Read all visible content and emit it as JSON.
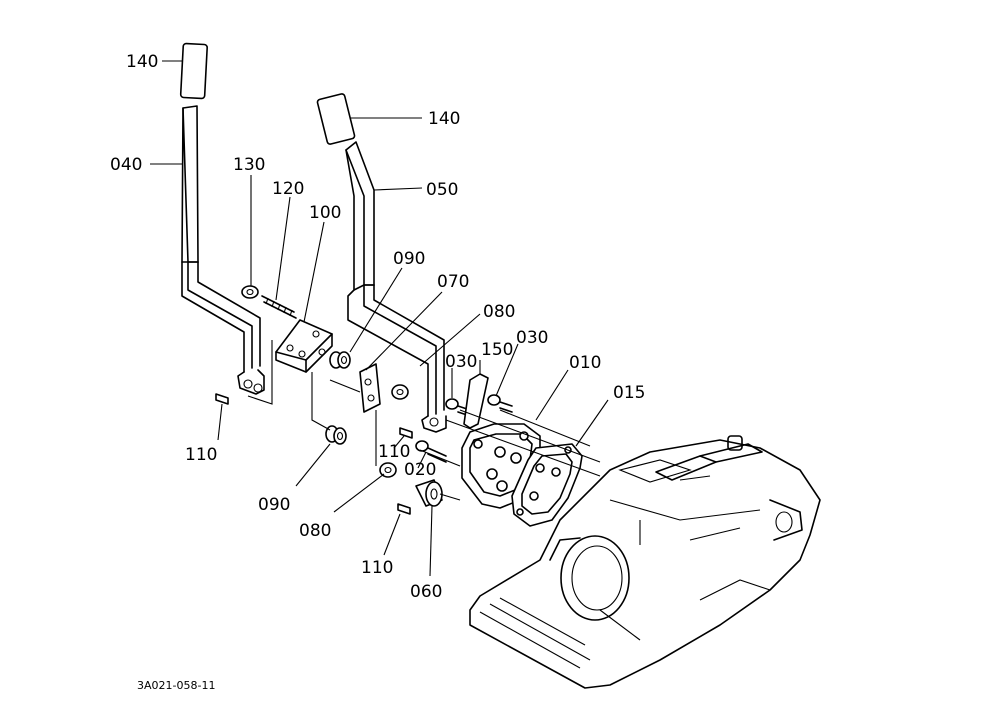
{
  "diagram": {
    "code": "3A021-058-11",
    "labels": {
      "p140a": "140",
      "p040": "040",
      "p130": "130",
      "p120": "120",
      "p100": "100",
      "p140b": "140",
      "p050": "050",
      "p090a": "090",
      "p070": "070",
      "p080a": "080",
      "p030a": "030",
      "p150": "150",
      "p030b": "030",
      "p010": "010",
      "p015": "015",
      "p110a": "110",
      "p110b": "110",
      "p020": "020",
      "p090b": "090",
      "p080b": "080",
      "p110c": "110",
      "p060": "060"
    }
  }
}
